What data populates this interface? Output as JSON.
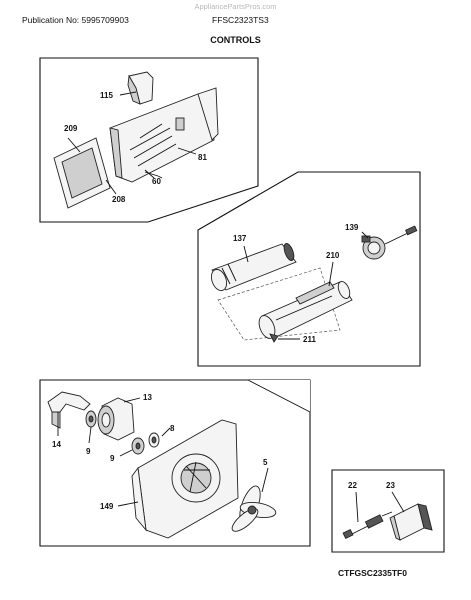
{
  "header": {
    "publication": "Publication No: 5995709903",
    "model": "FFSC2323TS3",
    "watermark": "AppliancePartsPros.com"
  },
  "section_title": "CONTROLS",
  "footer_code": "CTFGSC2335TF0",
  "callouts": {
    "c115": "115",
    "c209": "209",
    "c81": "81",
    "c60": "60",
    "c208": "208",
    "c137": "137",
    "c139": "139",
    "c210": "210",
    "c211": "211",
    "c13": "13",
    "c14": "14",
    "c8": "8",
    "c9a": "9",
    "c9b": "9",
    "c5": "5",
    "c149": "149",
    "c22": "22",
    "c23": "23"
  }
}
